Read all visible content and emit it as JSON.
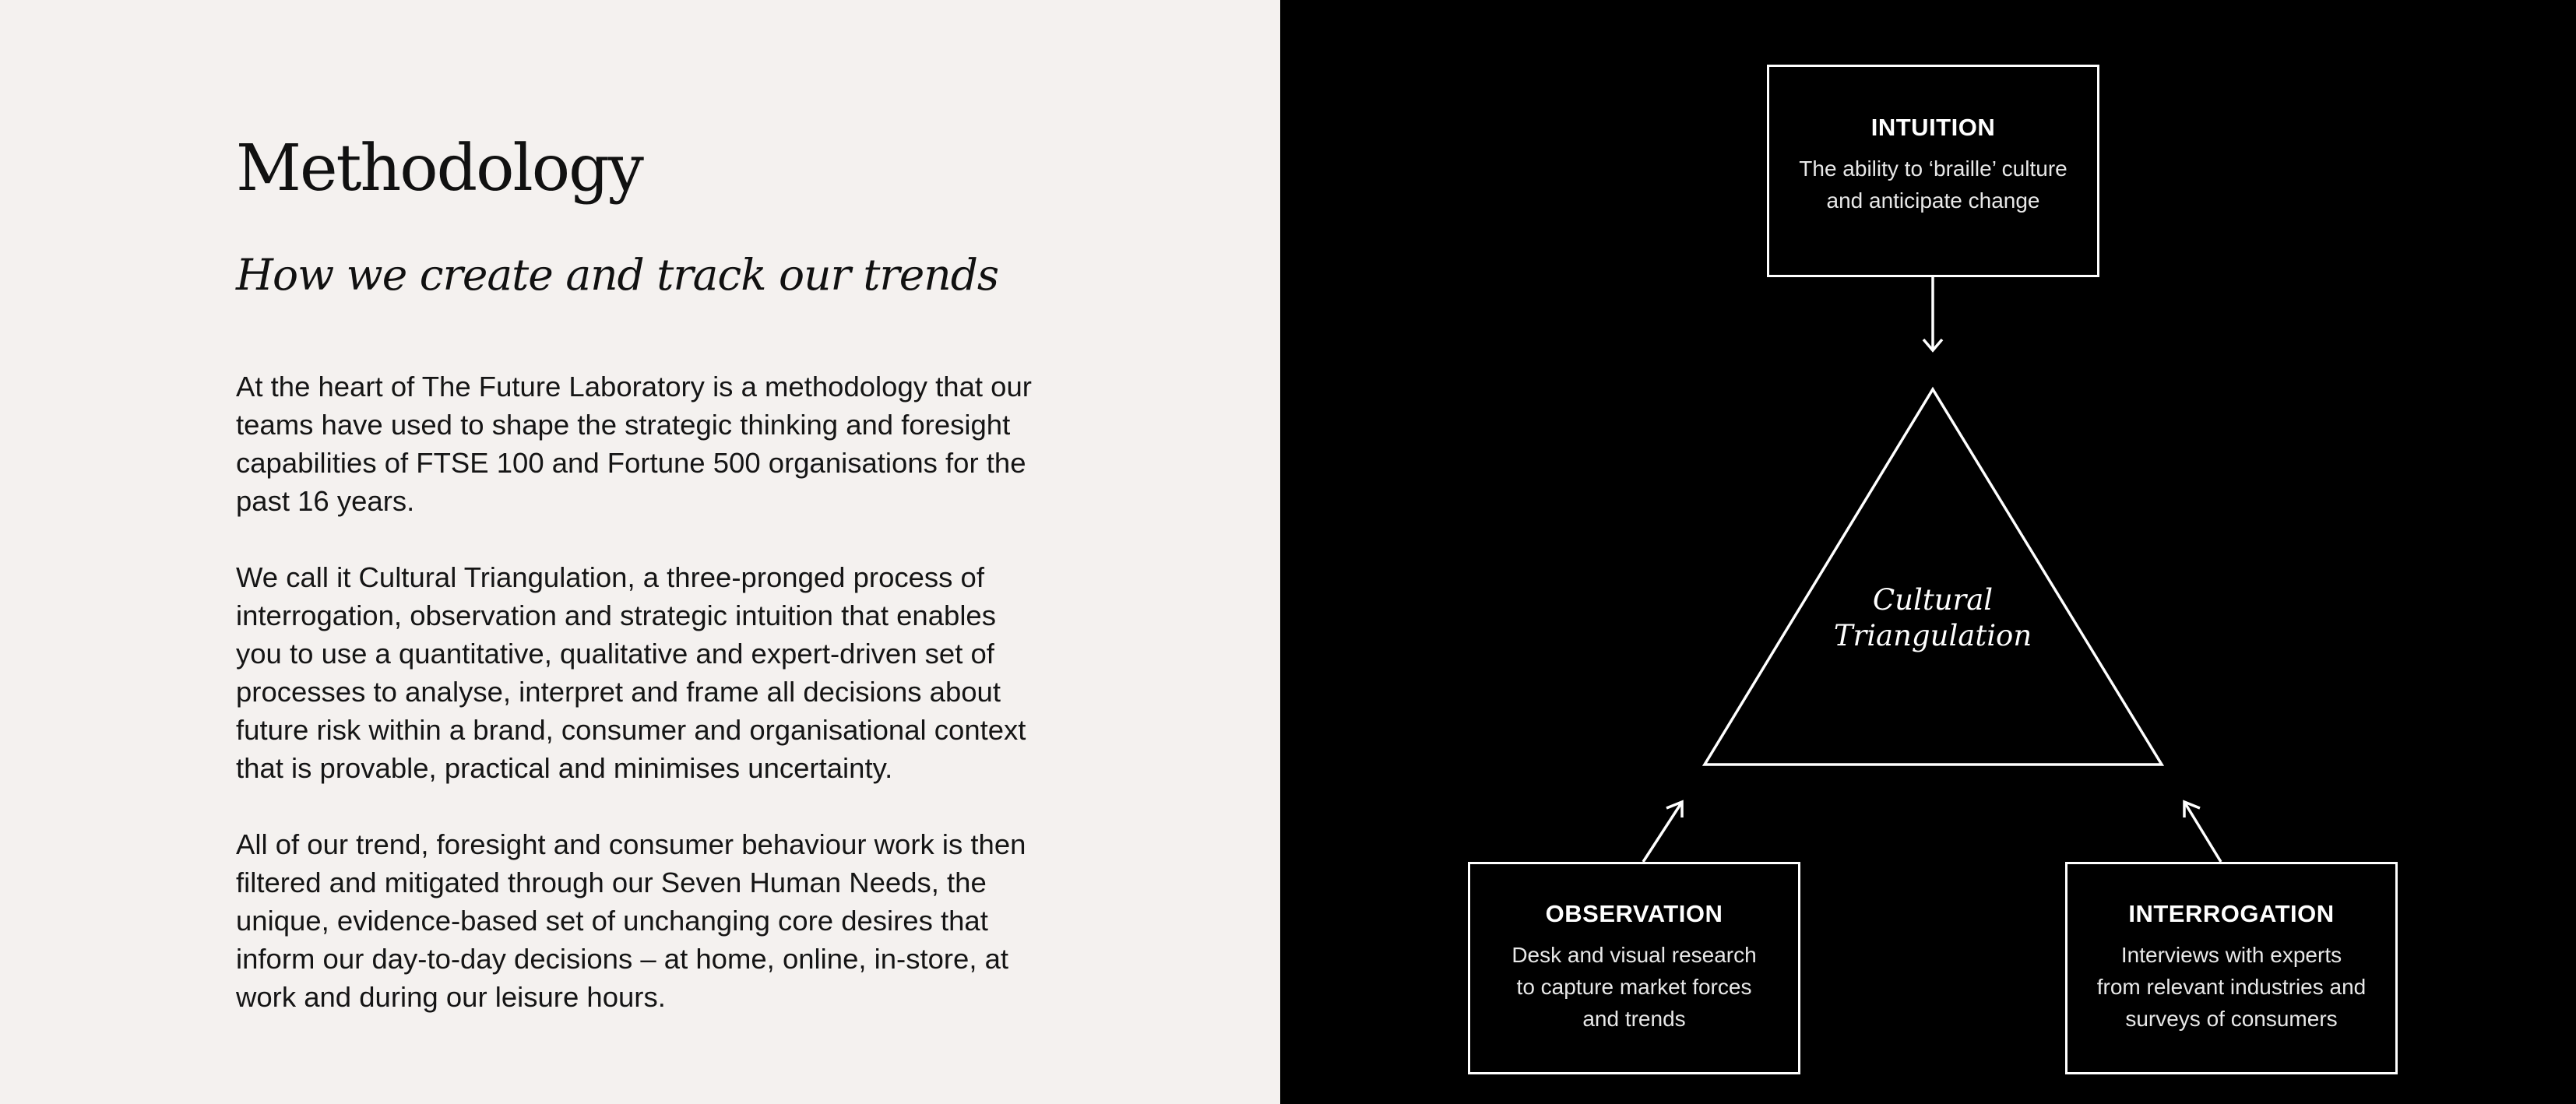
{
  "left": {
    "title": "Methodology",
    "subtitle": "How we create and track our trends",
    "paragraphs": [
      "At the heart of The Future Laboratory is a methodology that our teams have used to shape the strategic thinking and foresight capabilities of FTSE 100 and Fortune 500 organisations for the past 16 years.",
      "We call it Cultural Triangulation, a three-pronged process of interrogation, observation and strategic intuition that enables you to use a quantitative, qualitative and expert-driven set of processes to analyse, interpret and frame all decisions about future risk within a brand, consumer and organisational context that is provable, practical and minimises uncertainty.",
      "All of our trend, foresight and consumer behaviour work is then filtered and mitigated through our Seven Human Needs, the unique, evidence-based set of unchanging core desires that inform our day-to-day decisions – at home, online, in-store, at work and during our leisure hours."
    ]
  },
  "diagram": {
    "center_label_line1": "Cultural",
    "center_label_line2": "Triangulation",
    "nodes": [
      {
        "title": "INTUITION",
        "desc_line1": "The ability to ‘braille’ culture",
        "desc_line2": "and anticipate change",
        "desc_line3": ""
      },
      {
        "title": "OBSERVATION",
        "desc_line1": "Desk and visual research",
        "desc_line2": "to capture market forces",
        "desc_line3": "and trends"
      },
      {
        "title": "INTERROGATION",
        "desc_line1": "Interviews with experts",
        "desc_line2": "from relevant industries and",
        "desc_line3": "surveys of consumers"
      }
    ]
  },
  "colors": {
    "left_background": "#f4f1ef",
    "right_background": "#000000",
    "line": "#ffffff"
  }
}
